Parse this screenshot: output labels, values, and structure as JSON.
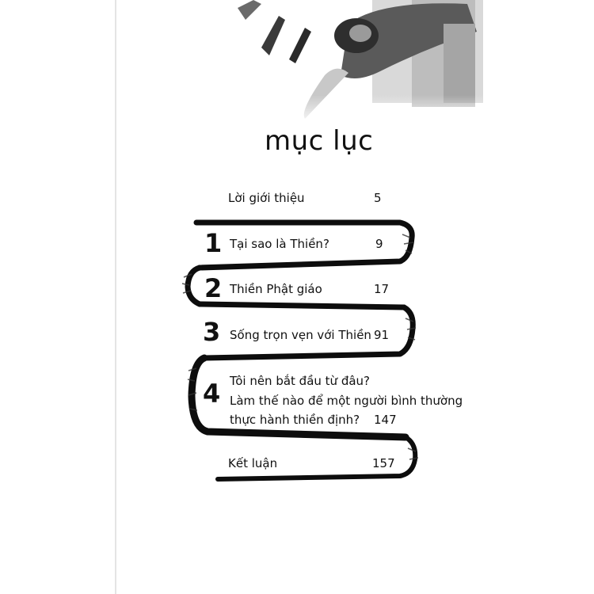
{
  "toc": {
    "heading": "mục lục",
    "entries": [
      {
        "number": "",
        "title_lines": [
          "Lời giới thiệu"
        ],
        "page": "5"
      },
      {
        "number": "1",
        "title_lines": [
          "Tại sao là Thiền?"
        ],
        "page": "9"
      },
      {
        "number": "2",
        "title_lines": [
          "Thiền Phật giáo"
        ],
        "page": "17"
      },
      {
        "number": "3",
        "title_lines": [
          "Sống trọn vẹn với Thiền"
        ],
        "page": "91"
      },
      {
        "number": "4",
        "title_lines": [
          "Tôi nên bắt đầu từ đâu?",
          "Làm thế nào để một người bình thường",
          "thực hành thiền định?"
        ],
        "page": "147"
      },
      {
        "number": "",
        "title_lines": [
          "Kết luận"
        ],
        "page": "157"
      }
    ]
  },
  "colors": {
    "ink": "#111111",
    "paper": "#ffffff",
    "photo_gray": "#8a8a8a"
  }
}
